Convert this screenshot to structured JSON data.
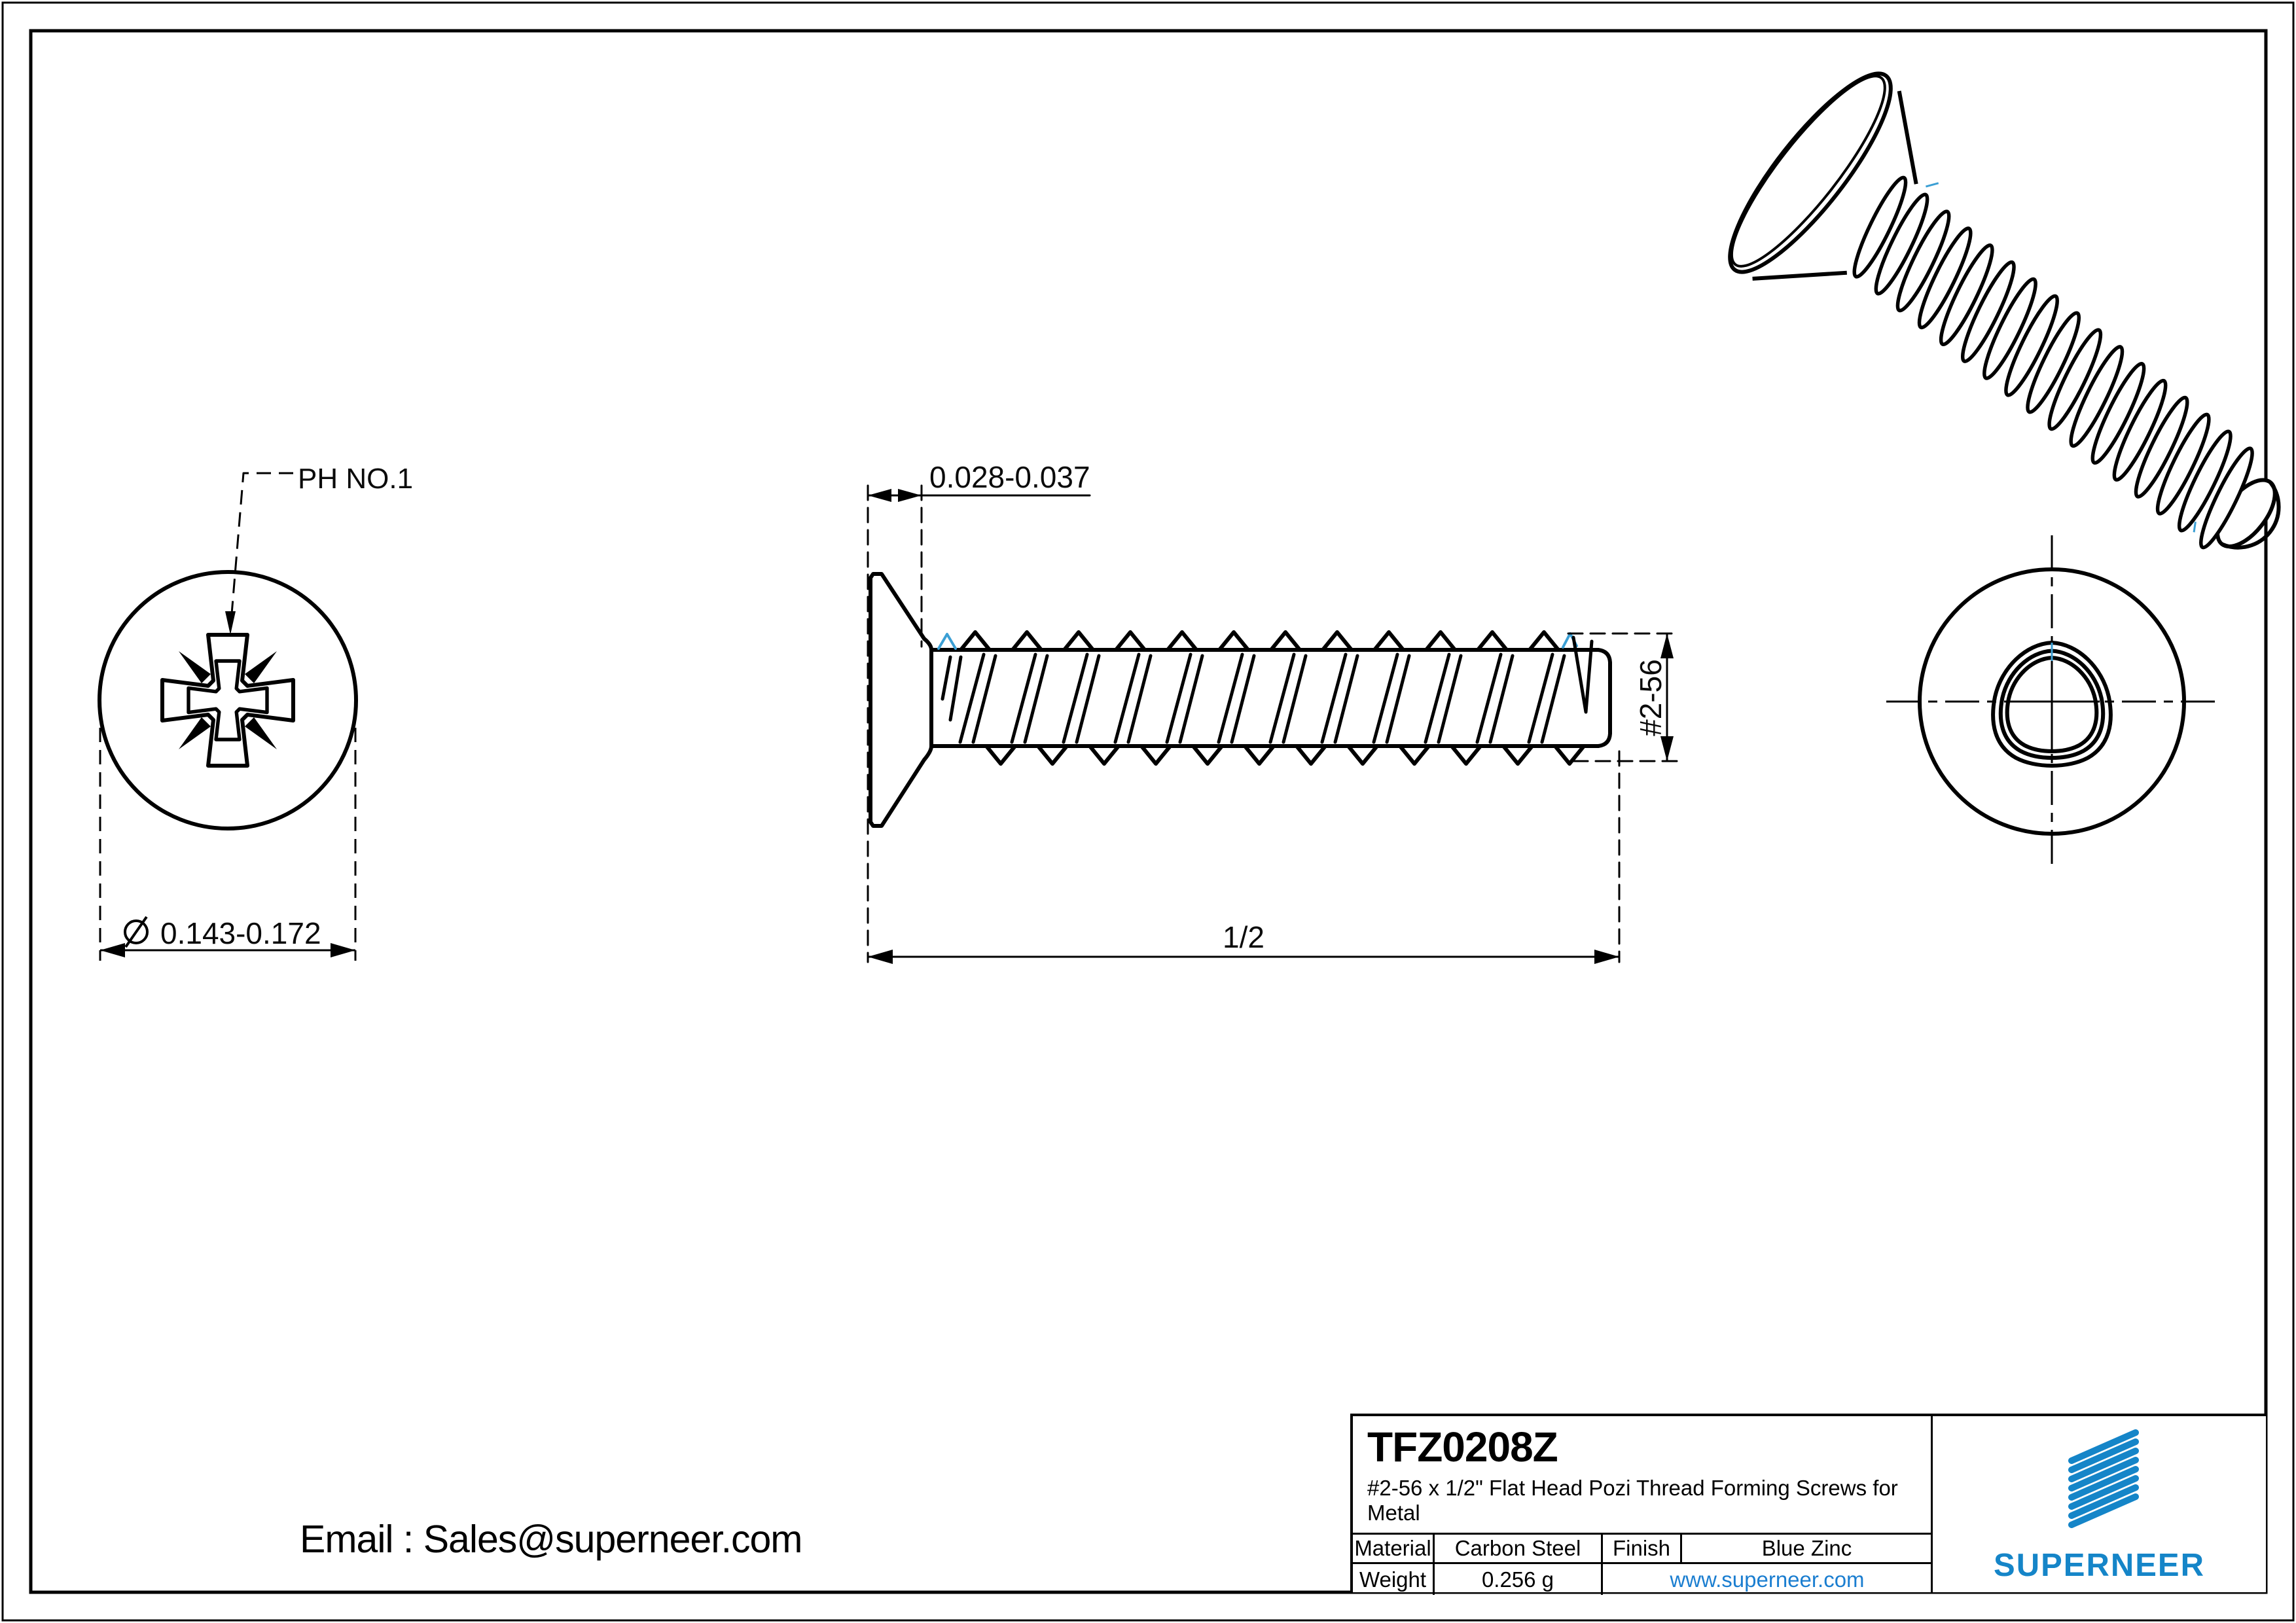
{
  "colors": {
    "line": "#000000",
    "accent_blue": "#3b9fd4",
    "link_blue": "#1b7ed0",
    "brand_blue": "#1585c8"
  },
  "drawing": {
    "front_view": {
      "callout": "PH NO.1",
      "diameter_symbol": "⌀",
      "diameter_dim": "0.143-0.172"
    },
    "side_view": {
      "head_dim": "0.028-0.037",
      "length_dim": "1/2",
      "thread_dim": "#2-56"
    }
  },
  "title_block": {
    "part_number": "TFZ0208Z",
    "description": "#2-56 x 1/2\" Flat Head Pozi Thread Forming Screws for Metal",
    "material_label": "Material",
    "material_value": "Carbon Steel",
    "finish_label": "Finish",
    "finish_value": "Blue Zinc",
    "weight_label": "Weight",
    "weight_value": "0.256 g",
    "website": "www.superneer.com",
    "brand": "SUPERNEER"
  },
  "footer": {
    "email": "Email : Sales@superneer.com"
  }
}
